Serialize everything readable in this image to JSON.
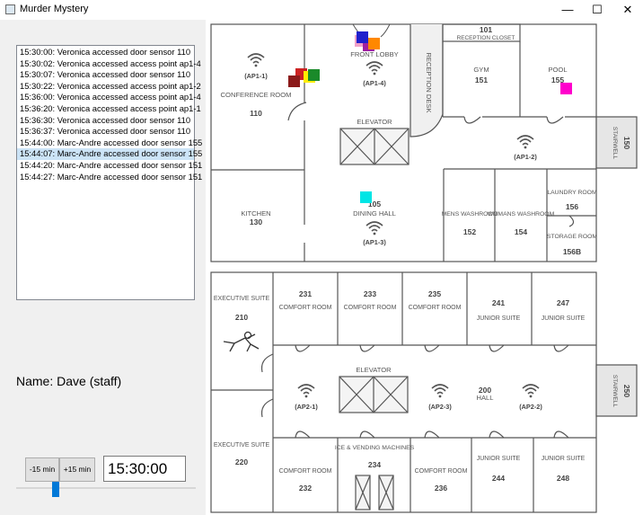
{
  "window": {
    "title": "Murder Mystery",
    "minimize": "—",
    "maximize": "☐",
    "close": "✕"
  },
  "log": {
    "entries": [
      "15:30:00: Veronica accessed door sensor 110",
      "15:30:02: Veronica accessed access point ap1-4",
      "15:30:07: Veronica accessed door sensor 110",
      "15:30:22: Veronica accessed access point ap1-2",
      "15:36:00: Veronica accessed access point ap1-4",
      "15:36:20: Veronica accessed access point ap1-1",
      "15:36:30: Veronica accessed door sensor 110",
      "15:36:37: Veronica accessed door sensor 110",
      "15:44:00: Marc-Andre accessed door sensor 155",
      "15:44:07: Marc-Andre accessed door sensor 155",
      "15:44:20: Marc-Andre accessed door sensor 151",
      "15:44:27: Marc-Andre accessed door sensor 151"
    ],
    "selected_index": 9
  },
  "person": {
    "name_label": "Name: Dave (staff)"
  },
  "controls": {
    "minus_label": "-15 min",
    "plus_label": "+15 min",
    "time_value": "15:30:00",
    "slider_fraction": 0.22
  },
  "floor1": {
    "rooms": {
      "conference": {
        "label": "CONFERENCE ROOM",
        "number": "110"
      },
      "front_lobby": {
        "label": "FRONT LOBBY"
      },
      "reception_desk": {
        "label": "RECEPTION DESK"
      },
      "reception_closet": {
        "label": "RECEPTION CLOSET",
        "number": "101"
      },
      "gym": {
        "label": "GYM",
        "number": "151"
      },
      "pool": {
        "label": "POOL",
        "number": "155"
      },
      "elevator": {
        "label": "ELEVATOR"
      },
      "stairwell": {
        "label": "STAIRWELL",
        "number": "150"
      },
      "kitchen": {
        "label": "KITCHEN",
        "number": "130"
      },
      "dining_hall": {
        "label": "DINING HALL",
        "number": "105"
      },
      "mens_washroom": {
        "label": "MENS WASHROOM",
        "number": "152"
      },
      "womans_washroom": {
        "label": "WOMANS WASHROOM",
        "number": "154"
      },
      "laundry": {
        "label": "LAUNDRY ROOM",
        "number": "156"
      },
      "storage": {
        "label": "STORAGE ROOM",
        "number": "156B"
      }
    },
    "access_points": {
      "ap1_1": "(AP1-1)",
      "ap1_4": "(AP1-4)",
      "ap1_2": "(AP1-2)",
      "ap1_3": "(AP1-3)"
    }
  },
  "floor2": {
    "rooms": {
      "exec210": {
        "label": "EXECUTIVE SUITE",
        "number": "210"
      },
      "comfort231": {
        "label": "COMFORT ROOM",
        "number": "231"
      },
      "comfort233": {
        "label": "COMFORT ROOM",
        "number": "233"
      },
      "comfort235": {
        "label": "COMFORT ROOM",
        "number": "235"
      },
      "junior241": {
        "label": "JUNIOR SUITE",
        "number": "241"
      },
      "junior247": {
        "label": "JUNIOR SUITE",
        "number": "247"
      },
      "elevator": {
        "label": "ELEVATOR"
      },
      "hall": {
        "label": "HALL",
        "number": "200"
      },
      "stairwell": {
        "label": "STAIRWELL",
        "number": "250"
      },
      "exec220": {
        "label": "EXECUTIVE SUITE",
        "number": "220"
      },
      "comfort232": {
        "label": "COMFORT ROOM",
        "number": "232"
      },
      "ice": {
        "label": "ICE & VENDING MACHINES",
        "number": "234"
      },
      "comfort236": {
        "label": "COMFORT ROOM",
        "number": "236"
      },
      "junior244": {
        "label": "JUNIOR SUITE",
        "number": "244"
      },
      "junior248": {
        "label": "JUNIOR SUITE",
        "number": "248"
      }
    },
    "access_points": {
      "ap2_1": "(AP2-1)",
      "ap2_3": "(AP2-3)",
      "ap2_2": "(AP2-2)"
    }
  },
  "markers": {
    "colors": [
      "#cc2222",
      "#ffee00",
      "#1a8a2a",
      "#8b1a1a",
      "#f0a0c8",
      "#a020a0",
      "#ff8800",
      "#2020cc",
      "#ff00cc",
      "#00e5e5"
    ]
  }
}
